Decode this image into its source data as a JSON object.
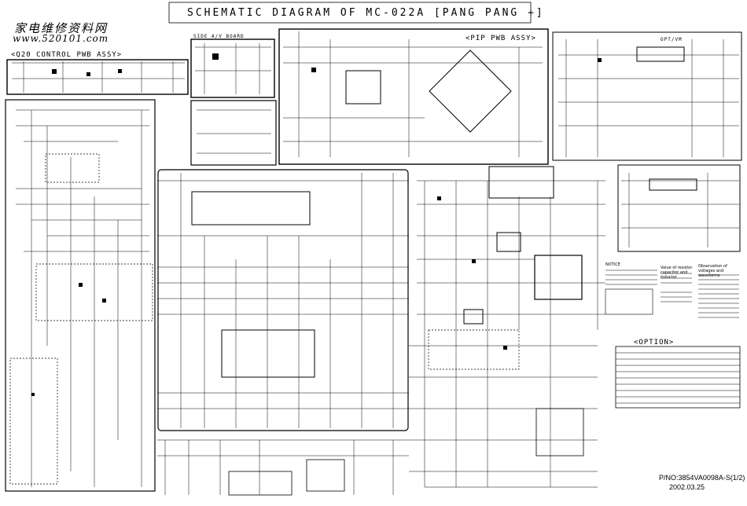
{
  "title": "SCHEMATIC DIAGRAM OF MC-022A [PANG PANG +]",
  "watermark": {
    "chinese": "家电维修资料网",
    "url": "www.520101.com"
  },
  "sections": {
    "q20_control": "<Q20 CONTROL PWB ASSY>",
    "side_av": "SIDE A/V BOARD",
    "pip": "<PIP PWB ASSY>",
    "opt_vm": "OPT/VM",
    "option": "<OPTION>"
  },
  "notes": {
    "notice": "NOTICE",
    "safety": "Value of resistor capacitor and inductor",
    "observation": "Observation of voltages and waveforms"
  },
  "footer": {
    "part_no": "P/NO:3854VA0098A-S(1/2)",
    "date": "2002.03.25"
  },
  "colors": {
    "ink": "#000000",
    "paper": "#ffffff"
  }
}
